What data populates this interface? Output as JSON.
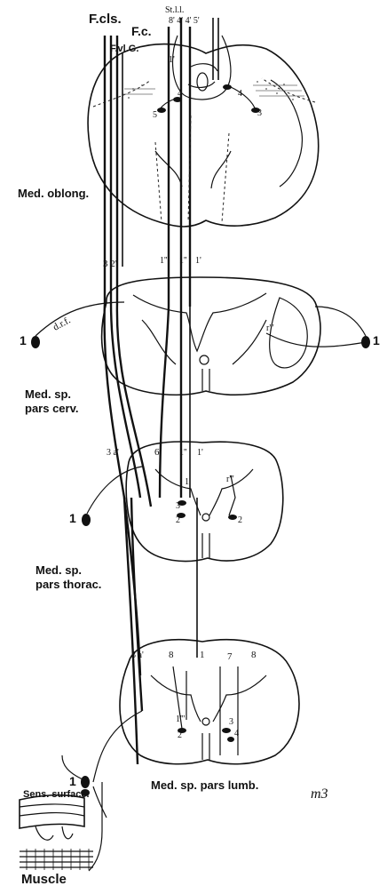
{
  "diagram": {
    "tract_labels": {
      "fcls": "F.cls.",
      "fc": "F.c.",
      "fvl": "F.vl.G.",
      "stl": "St.l.l.",
      "nums_top": "8' 4' 4' 5'"
    },
    "regions": {
      "oblong": "Med. oblong.",
      "cerv_1": "Med. sp.",
      "cerv_2": "pars cerv.",
      "thorac_1": "Med. sp.",
      "thorac_2": "pars thorac.",
      "lumb": "Med. sp. pars lumb."
    },
    "periphery": {
      "sens_surface": "Sens. surface.",
      "muscle": "Muscle",
      "drf": "d.r.f.",
      "signature": "m3"
    },
    "numerals": {
      "n1": "1",
      "n2": "2",
      "n3": "3",
      "n4": "4",
      "n5": "5",
      "n6": "6",
      "n7": "7",
      "n8": "8",
      "n32": "3 2'",
      "n1p": "1'",
      "n1pp": "1''",
      "n1ppp": "1'''",
      "r": "r'''",
      "n3a": "3 a'"
    }
  }
}
